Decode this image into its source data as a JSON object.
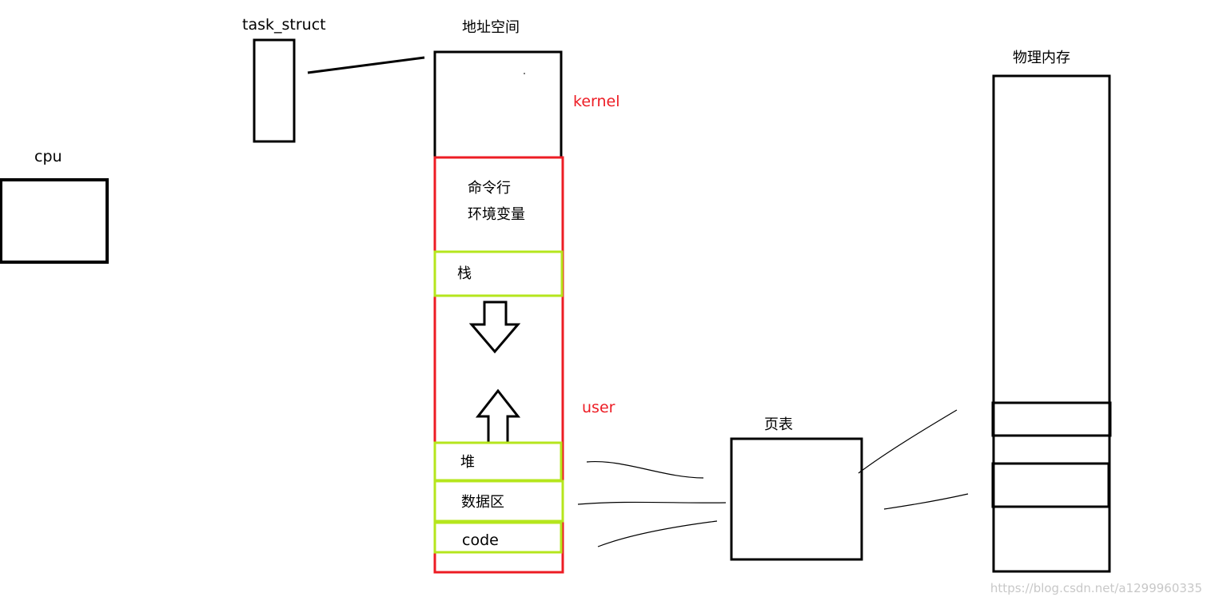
{
  "labels": {
    "cpu": "cpu",
    "task_struct": "task_struct",
    "address_space": "地址空间",
    "kernel": "kernel",
    "user": "user",
    "cmdline": "命令行",
    "env_vars": "环境变量",
    "stack": "栈",
    "heap": "堆",
    "data_area": "数据区",
    "code": "code",
    "page_table": "页表",
    "physical_memory": "物理内存",
    "watermark": "https://blog.csdn.net/a1299960335"
  },
  "colors": {
    "outline": "#000000",
    "kernel_user_red": "#ed1c24",
    "segment_green": "#b5e61d",
    "watermark_gray": "#c8c8c8"
  }
}
